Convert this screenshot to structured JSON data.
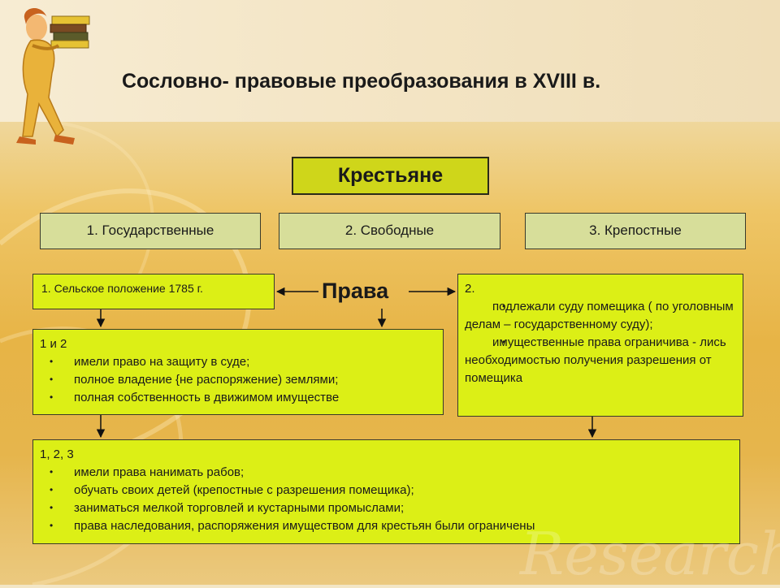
{
  "slide": {
    "title": "Сословно- правовые преобразования в XVIII в.",
    "header": "Крестьяне",
    "categories": [
      "1. Государственные",
      "2. Свободные",
      "3. Крепостные"
    ],
    "law_box": "1. Сельское положение 1785 г.",
    "rights_label": "Права",
    "box_1_2": {
      "heading": "1 и 2",
      "items": [
        "имели право на защиту в суде;",
        "полное владение {не распоряжение) землями;",
        "полная собственность в движимом имуществе"
      ]
    },
    "box_2": {
      "heading": "2.",
      "items": [
        "подлежали суду помещика ( по уголовным делам – государственному суду);",
        "имущественные права ограничива - лись необходимостью получения разрешения от помещика"
      ]
    },
    "box_1_2_3": {
      "heading": "1, 2, 3",
      "items": [
        "имели права нанимать рабов;",
        "обучать своих детей (крепостные с разрешения помещика);",
        "заниматься мелкой торговлей и кустарными промыслами;",
        "права наследования,  распоряжения имуществом для крестьян были ограничены"
      ]
    },
    "watermark": "Research"
  },
  "colors": {
    "header_fill": "#cfd61a",
    "category_fill": "#d7de9a",
    "rights_box_fill": "#dcef16",
    "background_gold": "#e7b446"
  }
}
